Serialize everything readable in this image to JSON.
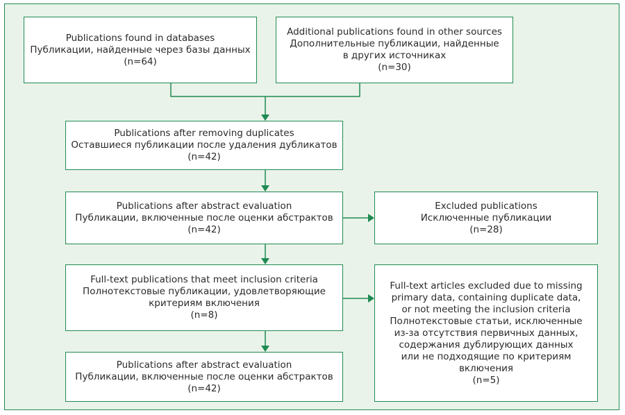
{
  "colors": {
    "accent": "#1f8a52",
    "background": "#eaf3e9",
    "box": "#ffffff"
  },
  "boxes": {
    "databases": {
      "line1": "Publications found in databases",
      "line2": "Публикации, найденные через базы данных",
      "count": "(n=64)"
    },
    "other_sources": {
      "line1": "Additional publications found in other sources",
      "line2": "Дополнительные публикации, найденные",
      "line3": "в других источниках",
      "count": "(n=30)"
    },
    "after_duplicates": {
      "line1": "Publications after removing duplicates",
      "line2": "Оставшиеся публикации после удаления дубликатов",
      "count": "(n=42)"
    },
    "after_abstract_1": {
      "line1": "Publications after abstract evaluation",
      "line2": "Публикации, включенные после оценки абстрактов",
      "count": "(n=42)"
    },
    "excluded": {
      "line1": "Excluded publications",
      "line2": "Исключенные публикации",
      "count": "(n=28)"
    },
    "fulltext_meet": {
      "line1": "Full-text publications that meet inclusion criteria",
      "line2": "Полнотекстовые публикации, удовлетворяющие",
      "line3": "критериям включения",
      "count": "(n=8)"
    },
    "fulltext_excluded": {
      "line1": "Full-text articles excluded due to missing",
      "line2": "primary data, containing duplicate data,",
      "line3": "or not meeting the inclusion criteria",
      "line4": "Полнотекстовые статьи, исключенные",
      "line5": "из-за отсутствия первичных данных,",
      "line6": "содержания дублирующих данных",
      "line7": "или не подходящие по критериям",
      "line8": "включения",
      "count": "(n=5)"
    },
    "after_abstract_2": {
      "line1": "Publications after abstract evaluation",
      "line2": "Публикации, включенные после оценки абстрактов",
      "count": "(n=42)"
    }
  }
}
